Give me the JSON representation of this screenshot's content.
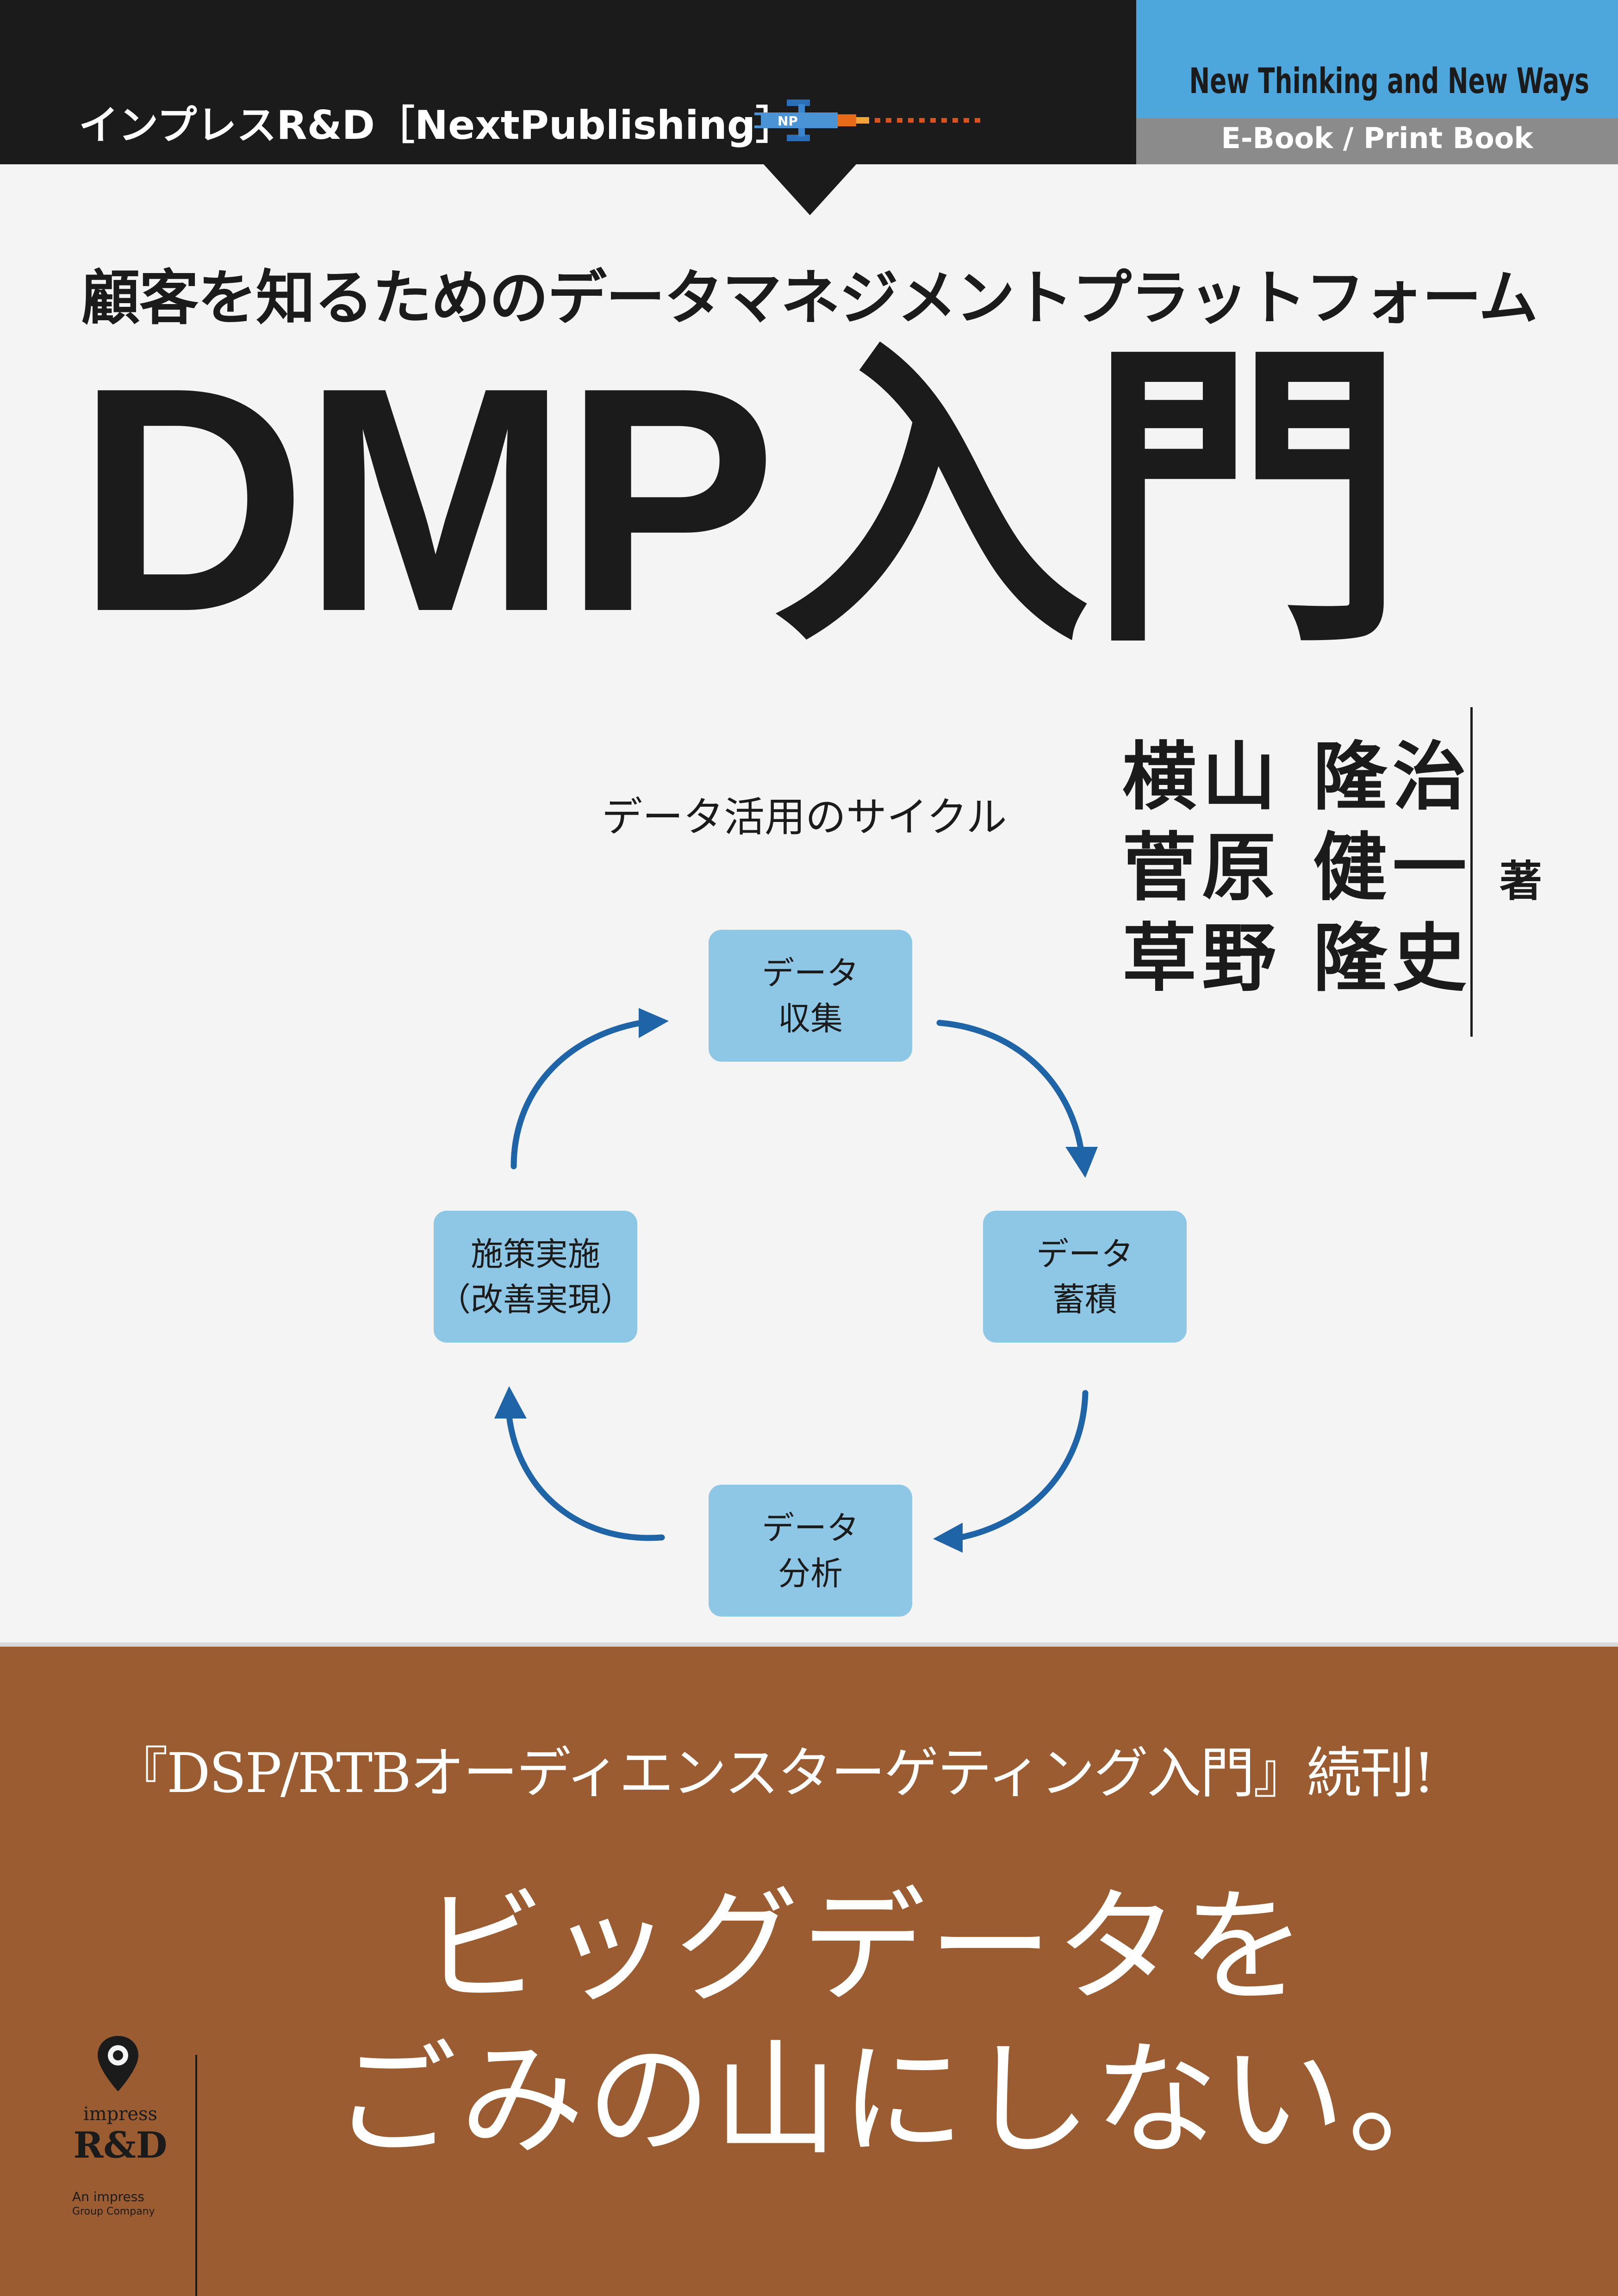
{
  "header": {
    "publisher": "インプレスR&D［NextPublishing］",
    "series_title": "New Thinking and New Ways",
    "series_format": "E-Book / Print Book",
    "logo_initials": "NP"
  },
  "title": {
    "subtitle": "顧客を知るためのデータマネジメントプラットフォーム",
    "main": "DMP入門"
  },
  "authors": {
    "names": [
      "横山 隆治",
      "菅原 健一",
      "草野 隆史"
    ],
    "role": "著"
  },
  "diagram": {
    "caption": "データ活用のサイクル",
    "steps": [
      {
        "line1": "データ",
        "line2": "収集"
      },
      {
        "line1": "データ",
        "line2": "蓄積"
      },
      {
        "line1": "データ",
        "line2": "分析"
      },
      {
        "line1": "施策実施",
        "line2": "（改善実現）"
      }
    ],
    "colors": {
      "box": "#8ec7e6",
      "arrow": "#1f64a6"
    }
  },
  "bottom": {
    "note": "『DSP/RTBオーディエンスターゲティング入門』続刊!",
    "catch_line1": "ビッグデータを",
    "catch_line2": "ごみの山にしない。"
  },
  "imprint": {
    "name": "impress",
    "rd": "R&D",
    "group_line1": "An impress",
    "group_line2": "Group Company"
  },
  "colors": {
    "header": "#1c1b1b",
    "series_blue": "#4ea7dc",
    "series_gray": "#8b8b8b",
    "band": "#9c5c32",
    "background": "#f4f4f4"
  }
}
